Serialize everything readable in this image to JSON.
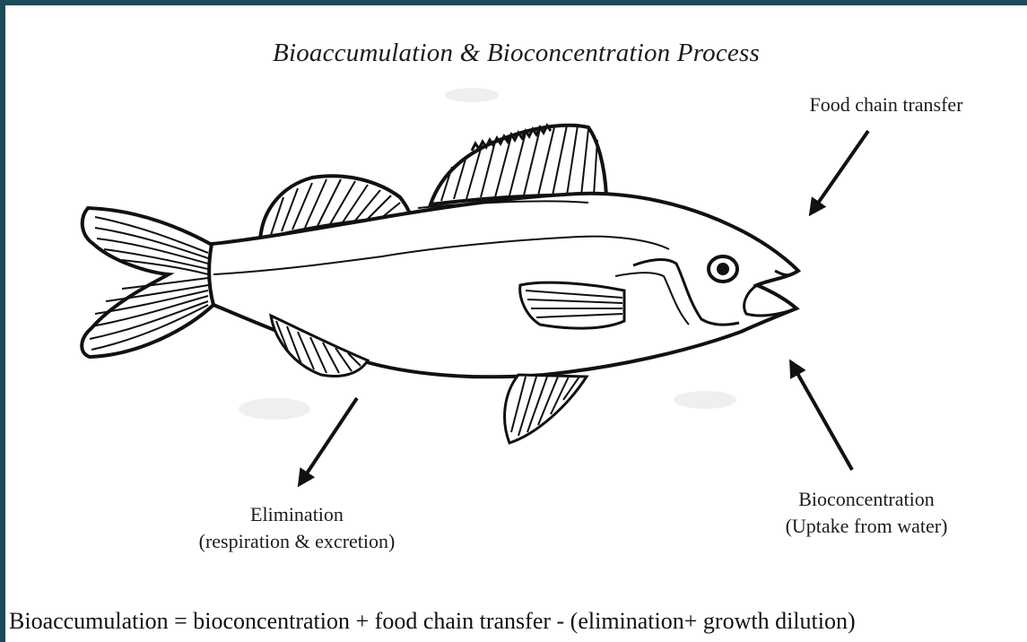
{
  "diagram": {
    "title": "Bioaccumulation & Bioconcentration Process",
    "labels": {
      "food_chain": "Food chain transfer",
      "elimination_line1": "Elimination",
      "elimination_line2": "(respiration & excretion)",
      "bioconcentration_line1": "Bioconcentration",
      "bioconcentration_line2": "(Uptake from water)"
    },
    "formula": "Bioaccumulation = bioconcentration  + food chain transfer -  (elimination+ growth dilution)"
  }
}
